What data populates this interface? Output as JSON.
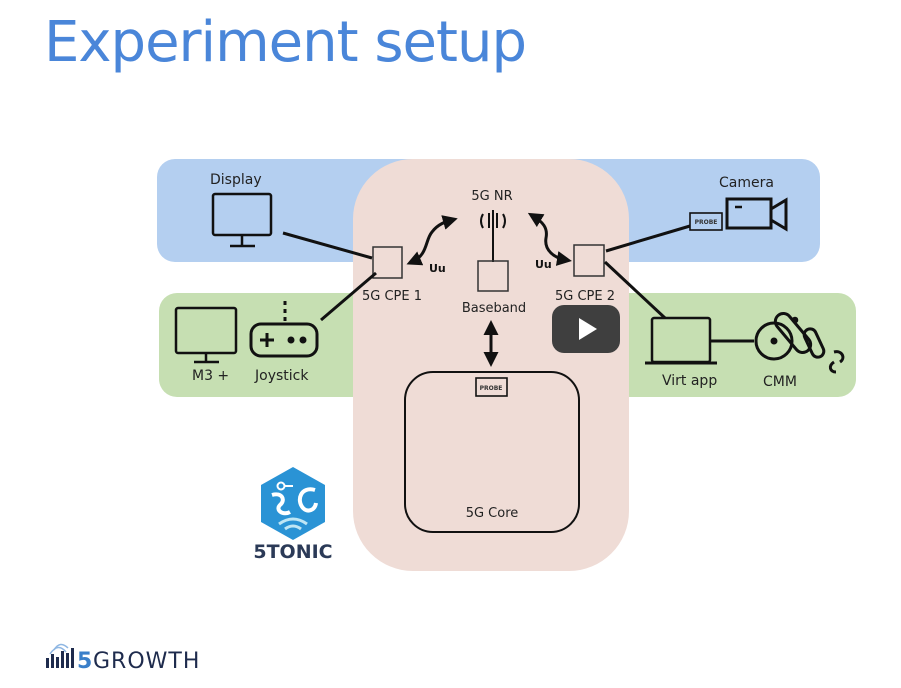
{
  "slide": {
    "title": "Experiment setup"
  },
  "diagram": {
    "zones": {
      "remote_site": {
        "color": "#b4cff0"
      },
      "local_site": {
        "color": "#c6dfb2"
      },
      "network_5g": {
        "color": "#efdcd6"
      }
    },
    "nodes": {
      "display": {
        "label": "Display",
        "icon": "monitor-icon"
      },
      "camera": {
        "label": "Camera",
        "icon": "video-camera-icon"
      },
      "camera_probe": {
        "label": "PROBE"
      },
      "m3": {
        "label": "M3 +",
        "icon": "monitor-icon"
      },
      "joystick": {
        "label": "Joystick",
        "icon": "gamepad-icon"
      },
      "nr": {
        "label": "5G NR",
        "icon": "antenna-icon"
      },
      "baseband": {
        "label": "Baseband"
      },
      "cpe1": {
        "label": "5G CPE 1"
      },
      "cpe2": {
        "label": "5G CPE 2"
      },
      "virt_app": {
        "label": "Virt app",
        "icon": "laptop-icon"
      },
      "cmm": {
        "label": "CMM",
        "icon": "robot-arm-icon"
      },
      "core": {
        "label": "5G Core"
      },
      "core_probe": {
        "label": "PROBE"
      }
    },
    "links": {
      "uu_left": {
        "label": "Uu"
      },
      "uu_right": {
        "label": "Uu"
      }
    },
    "video_play": {
      "icon": "play-icon",
      "color": "#3f3f3f"
    }
  },
  "logos": {
    "tonic": {
      "text": "5TONIC",
      "color": "#2a93d5"
    },
    "growth": {
      "prefix": "5",
      "text": "GROWTH",
      "color": "#3a7fc9"
    }
  }
}
